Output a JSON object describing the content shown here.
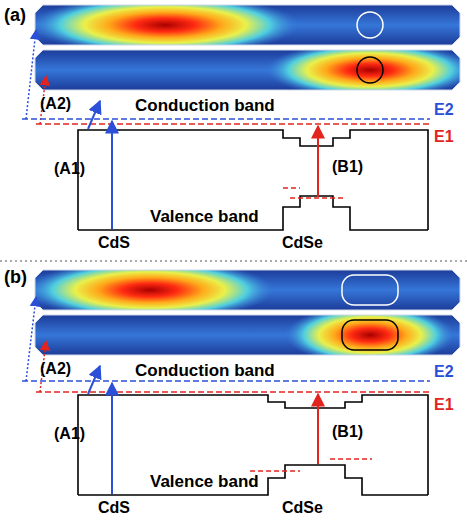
{
  "diagram": {
    "labels": [
      "(a)",
      "(A2)",
      "Conduction band",
      "E2",
      "E1",
      "(A1)",
      "(B1)",
      "Valence band",
      "CdS",
      "CdSe",
      "(b)",
      "(A2)",
      "Conduction band",
      "E2",
      "E1",
      "(A1)",
      "(B1)",
      "Valence band",
      "CdS",
      "CdSe"
    ]
  }
}
